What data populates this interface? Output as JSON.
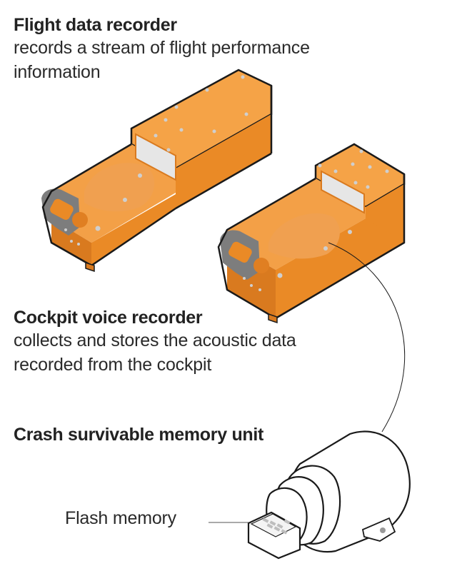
{
  "labels": {
    "flight_data_recorder": {
      "title": "Flight data recorder",
      "description_line1": "records a stream of flight performance",
      "description_line2": "information"
    },
    "cockpit_voice_recorder": {
      "title": "Cockpit voice recorder",
      "description_line1": "collects and stores the acoustic data",
      "description_line2": "recorded from the cockpit"
    },
    "crash_survivable_memory_unit": {
      "title": "Crash survivable memory unit"
    },
    "flash_memory": {
      "text": "Flash memory"
    }
  },
  "colors": {
    "orange_top": "#f5a347",
    "orange_side": "#ea8a26",
    "orange_dark": "#d97a1f",
    "orange_light": "#f3a95a",
    "gray_part": "#7d7d7d",
    "window": "#e8e8e8",
    "outline": "#1a1a1a"
  }
}
